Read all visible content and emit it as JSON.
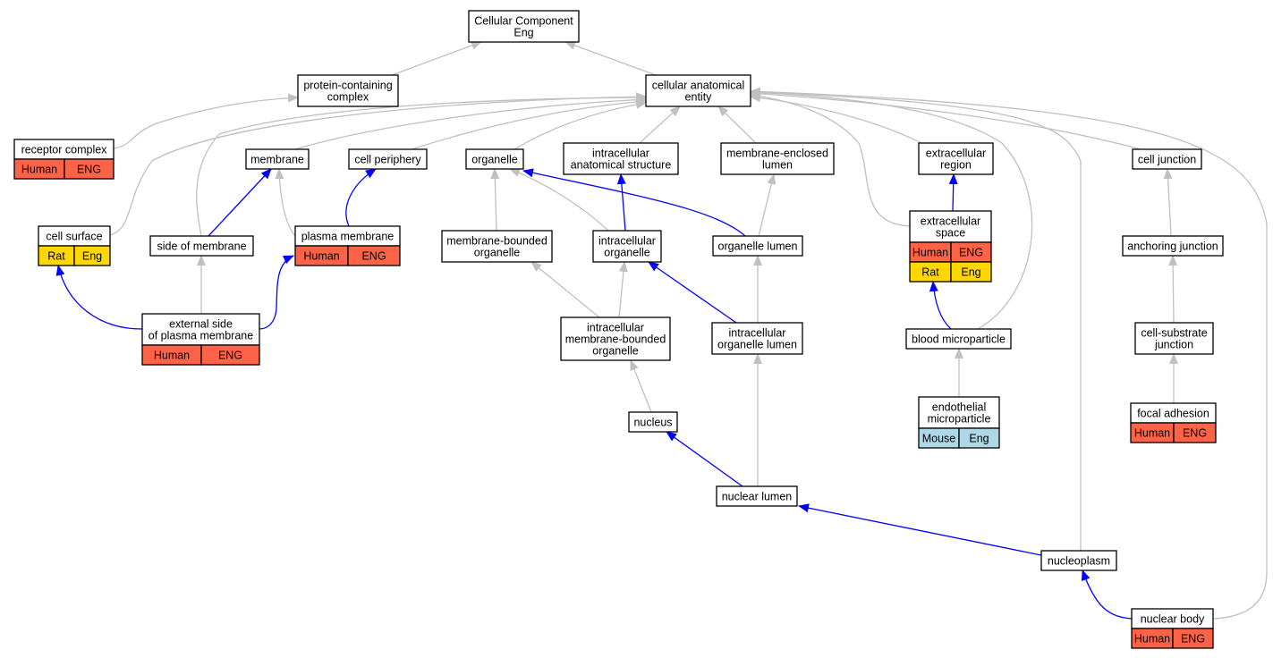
{
  "colors": {
    "human": "#ff6347",
    "rat": "#ffd700",
    "mouse": "#add8e6",
    "is_a_edge": "#c0c0c0",
    "part_of_edge": "#0000ff"
  },
  "nodes": [
    {
      "id": "cc",
      "lines": [
        "Cellular Component",
        "Eng"
      ],
      "badges": []
    },
    {
      "id": "pcc",
      "lines": [
        "protein-containing",
        "complex"
      ],
      "badges": []
    },
    {
      "id": "cae",
      "lines": [
        "cellular anatomical",
        "entity"
      ],
      "badges": []
    },
    {
      "id": "rc",
      "lines": [
        "receptor complex"
      ],
      "badges": [
        {
          "label": "Human",
          "kind": "human"
        },
        {
          "label": "ENG",
          "kind": "human"
        }
      ]
    },
    {
      "id": "mem",
      "lines": [
        "membrane"
      ],
      "badges": []
    },
    {
      "id": "cp",
      "lines": [
        "cell periphery"
      ],
      "badges": []
    },
    {
      "id": "org",
      "lines": [
        "organelle"
      ],
      "badges": []
    },
    {
      "id": "ias",
      "lines": [
        "intracellular",
        "anatomical structure"
      ],
      "badges": []
    },
    {
      "id": "mel",
      "lines": [
        "membrane-enclosed",
        "lumen"
      ],
      "badges": []
    },
    {
      "id": "er",
      "lines": [
        "extracellular",
        "region"
      ],
      "badges": []
    },
    {
      "id": "cj",
      "lines": [
        "cell junction"
      ],
      "badges": []
    },
    {
      "id": "cs",
      "lines": [
        "cell surface"
      ],
      "badges": [
        {
          "label": "Rat",
          "kind": "rat"
        },
        {
          "label": "Eng",
          "kind": "rat"
        }
      ]
    },
    {
      "id": "som",
      "lines": [
        "side of membrane"
      ],
      "badges": []
    },
    {
      "id": "pm",
      "lines": [
        "plasma membrane"
      ],
      "badges": [
        {
          "label": "Human",
          "kind": "human"
        },
        {
          "label": "ENG",
          "kind": "human"
        }
      ]
    },
    {
      "id": "mbo",
      "lines": [
        "membrane-bounded",
        "organelle"
      ],
      "badges": []
    },
    {
      "id": "io",
      "lines": [
        "intracellular",
        "organelle"
      ],
      "badges": []
    },
    {
      "id": "ol",
      "lines": [
        "organelle lumen"
      ],
      "badges": []
    },
    {
      "id": "es",
      "lines": [
        "extracellular",
        "space"
      ],
      "badges": [
        {
          "label": "Human",
          "kind": "human"
        },
        {
          "label": "ENG",
          "kind": "human"
        },
        {
          "label": "Rat",
          "kind": "rat"
        },
        {
          "label": "Eng",
          "kind": "rat"
        }
      ]
    },
    {
      "id": "aj",
      "lines": [
        "anchoring junction"
      ],
      "badges": []
    },
    {
      "id": "espm",
      "lines": [
        "external side",
        "of plasma membrane"
      ],
      "badges": [
        {
          "label": "Human",
          "kind": "human"
        },
        {
          "label": "ENG",
          "kind": "human"
        }
      ]
    },
    {
      "id": "imbo",
      "lines": [
        "intracellular",
        "membrane-bounded",
        "organelle"
      ],
      "badges": []
    },
    {
      "id": "iol",
      "lines": [
        "intracellular",
        "organelle lumen"
      ],
      "badges": []
    },
    {
      "id": "bm",
      "lines": [
        "blood microparticle"
      ],
      "badges": []
    },
    {
      "id": "csj",
      "lines": [
        "cell-substrate",
        "junction"
      ],
      "badges": []
    },
    {
      "id": "nuc",
      "lines": [
        "nucleus"
      ],
      "badges": []
    },
    {
      "id": "em",
      "lines": [
        "endothelial",
        "microparticle"
      ],
      "badges": [
        {
          "label": "Mouse",
          "kind": "mouse"
        },
        {
          "label": "Eng",
          "kind": "mouse"
        }
      ]
    },
    {
      "id": "fa",
      "lines": [
        "focal adhesion"
      ],
      "badges": [
        {
          "label": "Human",
          "kind": "human"
        },
        {
          "label": "ENG",
          "kind": "human"
        }
      ]
    },
    {
      "id": "nl",
      "lines": [
        "nuclear lumen"
      ],
      "badges": []
    },
    {
      "id": "np",
      "lines": [
        "nucleoplasm"
      ],
      "badges": []
    },
    {
      "id": "nb",
      "lines": [
        "nuclear body"
      ],
      "badges": [
        {
          "label": "Human",
          "kind": "human"
        },
        {
          "label": "ENG",
          "kind": "human"
        }
      ]
    }
  ],
  "edges": [
    {
      "from": "pcc",
      "to": "cc",
      "type": "is_a"
    },
    {
      "from": "cae",
      "to": "cc",
      "type": "is_a"
    },
    {
      "from": "rc",
      "to": "pcc",
      "type": "is_a"
    },
    {
      "from": "mem",
      "to": "cae",
      "type": "is_a"
    },
    {
      "from": "cp",
      "to": "cae",
      "type": "is_a"
    },
    {
      "from": "org",
      "to": "cae",
      "type": "is_a"
    },
    {
      "from": "ias",
      "to": "cae",
      "type": "is_a"
    },
    {
      "from": "mel",
      "to": "cae",
      "type": "is_a"
    },
    {
      "from": "er",
      "to": "cae",
      "type": "is_a"
    },
    {
      "from": "cj",
      "to": "cae",
      "type": "is_a"
    },
    {
      "from": "cs",
      "to": "cae",
      "type": "is_a"
    },
    {
      "from": "som",
      "to": "cae",
      "type": "is_a"
    },
    {
      "from": "es",
      "to": "cae",
      "type": "is_a"
    },
    {
      "from": "bm",
      "to": "cae",
      "type": "is_a"
    },
    {
      "from": "np",
      "to": "cae",
      "type": "is_a"
    },
    {
      "from": "nb",
      "to": "cae",
      "type": "is_a"
    },
    {
      "from": "som",
      "to": "mem",
      "type": "part_of"
    },
    {
      "from": "pm",
      "to": "mem",
      "type": "is_a"
    },
    {
      "from": "pm",
      "to": "cp",
      "type": "part_of"
    },
    {
      "from": "mbo",
      "to": "org",
      "type": "is_a"
    },
    {
      "from": "io",
      "to": "org",
      "type": "is_a"
    },
    {
      "from": "ol",
      "to": "org",
      "type": "part_of"
    },
    {
      "from": "io",
      "to": "ias",
      "type": "part_of"
    },
    {
      "from": "ol",
      "to": "mel",
      "type": "is_a"
    },
    {
      "from": "es",
      "to": "er",
      "type": "part_of"
    },
    {
      "from": "aj",
      "to": "cj",
      "type": "is_a"
    },
    {
      "from": "espm",
      "to": "cs",
      "type": "part_of"
    },
    {
      "from": "espm",
      "to": "som",
      "type": "is_a"
    },
    {
      "from": "espm",
      "to": "pm",
      "type": "part_of"
    },
    {
      "from": "imbo",
      "to": "mbo",
      "type": "is_a"
    },
    {
      "from": "imbo",
      "to": "io",
      "type": "is_a"
    },
    {
      "from": "iol",
      "to": "io",
      "type": "part_of"
    },
    {
      "from": "iol",
      "to": "ol",
      "type": "is_a"
    },
    {
      "from": "bm",
      "to": "es",
      "type": "part_of"
    },
    {
      "from": "csj",
      "to": "aj",
      "type": "is_a"
    },
    {
      "from": "nuc",
      "to": "imbo",
      "type": "is_a"
    },
    {
      "from": "em",
      "to": "bm",
      "type": "is_a"
    },
    {
      "from": "fa",
      "to": "csj",
      "type": "is_a"
    },
    {
      "from": "nl",
      "to": "nuc",
      "type": "part_of"
    },
    {
      "from": "nl",
      "to": "iol",
      "type": "is_a"
    },
    {
      "from": "np",
      "to": "nl",
      "type": "part_of"
    },
    {
      "from": "nb",
      "to": "np",
      "type": "part_of"
    }
  ]
}
